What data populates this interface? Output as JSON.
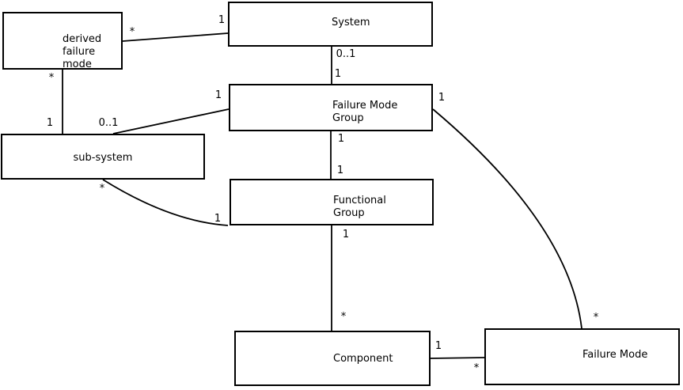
{
  "diagram": {
    "title": "failure mode class diagram",
    "background_color": "#ffffff",
    "line_color": "#000000",
    "text_color": "#000000",
    "nodes": {
      "derived_failure_mode": {
        "label": "derived\nfailure\nmode"
      },
      "system": {
        "label": "System"
      },
      "failure_mode_group": {
        "label": "Failure Mode\nGroup"
      },
      "sub_system": {
        "label": "sub-system"
      },
      "functional_group": {
        "label": "Functional\nGroup"
      },
      "component": {
        "label": "Component"
      },
      "failure_mode": {
        "label": "Failure Mode"
      }
    },
    "edges": [
      {
        "from": "derived_failure_mode",
        "to": "system",
        "from_multiplicity": "*",
        "to_multiplicity": "1"
      },
      {
        "from": "system",
        "to": "failure_mode_group",
        "from_multiplicity": "0..1",
        "to_multiplicity": "1"
      },
      {
        "from": "derived_failure_mode",
        "to": "sub_system",
        "from_multiplicity": "*",
        "to_multiplicity": "1"
      },
      {
        "from": "sub_system",
        "to": "failure_mode_group",
        "from_multiplicity": "0..1",
        "to_multiplicity": "1"
      },
      {
        "from": "failure_mode_group",
        "to": "functional_group",
        "from_multiplicity": "1",
        "to_multiplicity": "1"
      },
      {
        "from": "sub_system",
        "to": "functional_group",
        "from_multiplicity": "*",
        "to_multiplicity": "1"
      },
      {
        "from": "functional_group",
        "to": "component",
        "from_multiplicity": "1",
        "to_multiplicity": "*"
      },
      {
        "from": "component",
        "to": "failure_mode",
        "from_multiplicity": "1",
        "to_multiplicity": "*"
      },
      {
        "from": "failure_mode_group",
        "to": "failure_mode",
        "from_multiplicity": "1",
        "to_multiplicity": "*"
      }
    ],
    "multiplicity_labels": [
      {
        "text": "*",
        "anchor": "derived-failure-mode-to-system"
      },
      {
        "text": "1",
        "anchor": "system-to-derived-failure-mode"
      },
      {
        "text": "0..1",
        "anchor": "system-to-failure-mode-group"
      },
      {
        "text": "1",
        "anchor": "failure-mode-group-to-system"
      },
      {
        "text": "*",
        "anchor": "derived-failure-mode-to-sub-system"
      },
      {
        "text": "1",
        "anchor": "sub-system-to-derived-failure-mode"
      },
      {
        "text": "0..1",
        "anchor": "sub-system-to-failure-mode-group"
      },
      {
        "text": "1",
        "anchor": "failure-mode-group-to-sub-system"
      },
      {
        "text": "1",
        "anchor": "failure-mode-group-to-failure-mode"
      },
      {
        "text": "1",
        "anchor": "failure-mode-group-to-functional-group"
      },
      {
        "text": "1",
        "anchor": "functional-group-to-failure-mode-group"
      },
      {
        "text": "1",
        "anchor": "functional-group-to-sub-system"
      },
      {
        "text": "*",
        "anchor": "sub-system-to-functional-group"
      },
      {
        "text": "1",
        "anchor": "functional-group-to-component"
      },
      {
        "text": "*",
        "anchor": "component-to-functional-group"
      },
      {
        "text": "1",
        "anchor": "component-to-failure-mode"
      },
      {
        "text": "*",
        "anchor": "failure-mode-to-component"
      },
      {
        "text": "*",
        "anchor": "failure-mode-to-failure-mode-group"
      }
    ]
  }
}
